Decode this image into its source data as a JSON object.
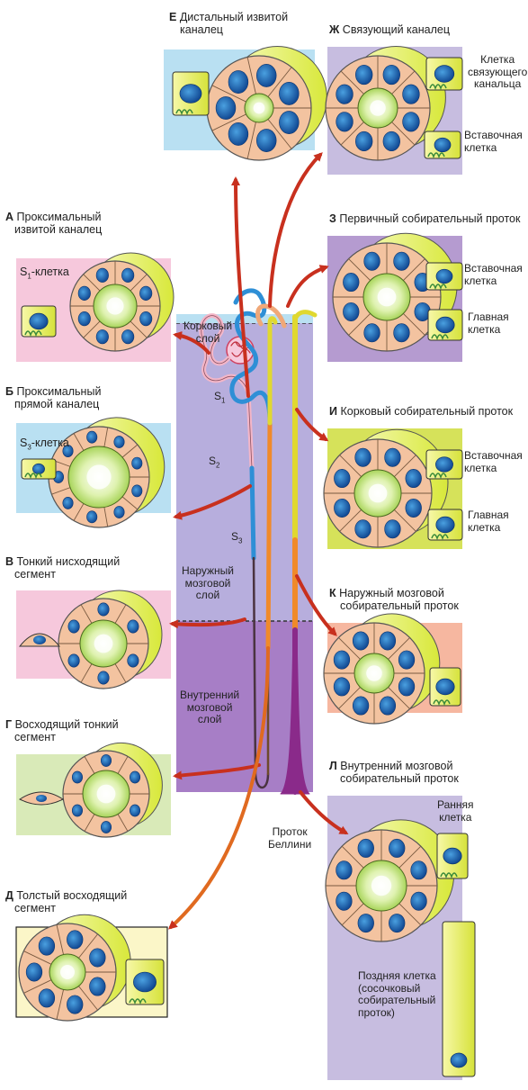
{
  "panels": {
    "A": {
      "letter": "А",
      "title_line1": "Проксимальный",
      "title_line2": "извитой каналец",
      "cell_label": "S",
      "cell_sub": "1",
      "cell_suffix": "-клетка",
      "color": "#f6c8dc"
    },
    "B": {
      "letter": "Б",
      "title_line1": "Проксимальный",
      "title_line2": "прямой каналец",
      "cell_label": "S",
      "cell_sub": "3",
      "cell_suffix": "-клетка",
      "color": "#b9e0f2"
    },
    "V": {
      "letter": "В",
      "title_line1": "Тонкий нисходящий",
      "title_line2": "сегмент",
      "color": "#f6c8dc"
    },
    "G": {
      "letter": "Г",
      "title_line1": "Восходящий тонкий",
      "title_line2": "сегмент",
      "color": "#d9eab8"
    },
    "D": {
      "letter": "Д",
      "title_line1": "Толстый восходящий",
      "title_line2": "сегмент",
      "color": "#fbf6c8"
    },
    "E": {
      "letter": "Е",
      "title_line1": "Дистальный извитой",
      "title_line2": "каналец",
      "color": "#b9e0f2"
    },
    "ZH": {
      "letter": "Ж",
      "title_line1": "Связующий каналец",
      "cell1_line1": "Клетка",
      "cell1_line2": "связующего",
      "cell1_line3": "канальца",
      "cell2_line1": "Вставочная",
      "cell2_line2": "клетка",
      "color": "#c7bde0"
    },
    "Z": {
      "letter": "З",
      "title_line1": "Первичный собирательный проток",
      "cell1_line1": "Вставочная",
      "cell1_line2": "клетка",
      "cell2_line1": "Главная",
      "cell2_line2": "клетка",
      "color": "#b59bd0"
    },
    "I": {
      "letter": "И",
      "title_line1": "Корковый собирательный проток",
      "cell1_line1": "Вставочная",
      "cell1_line2": "клетка",
      "cell2_line1": "Главная",
      "cell2_line2": "клетка",
      "color": "#d6e25a"
    },
    "K": {
      "letter": "К",
      "title_line1": "Наружный мозговой",
      "title_line2": "собирательный проток",
      "color": "#f6b7a0"
    },
    "L": {
      "letter": "Л",
      "title_line1": "Внутренний мозговой",
      "title_line2": "собирательный проток",
      "cell1_line1": "Ранняя",
      "cell1_line2": "клетка",
      "cell2_line1": "Поздняя клетка",
      "cell2_line2": "(сосочковый",
      "cell2_line3": "собирательный",
      "cell2_line4": "проток)",
      "color": "#c7bde0"
    }
  },
  "zones": {
    "cortex_line1": "Корковый",
    "cortex_line2": "слой",
    "outer_line1": "Наружный",
    "outer_line2": "мозговой",
    "outer_line3": "слой",
    "inner_line1": "Внутренний",
    "inner_line2": "мозговой",
    "inner_line3": "слой",
    "cortex_color": "#b9e0f2",
    "outer_color": "#b7aedd",
    "inner_color": "#a77ec6"
  },
  "segments": {
    "s1": "S",
    "s1_sub": "1",
    "s2": "S",
    "s2_sub": "2",
    "s3": "S",
    "s3_sub": "3"
  },
  "duct": {
    "line1": "Проток",
    "line2": "Беллини"
  },
  "colors": {
    "arrow": "#c8301e",
    "cell_nucleus": "#1f63b0",
    "cell_body": "#f3c3a0",
    "cell_lumen": "#d8ee9c",
    "cell_yellow": "#e8f27a"
  }
}
